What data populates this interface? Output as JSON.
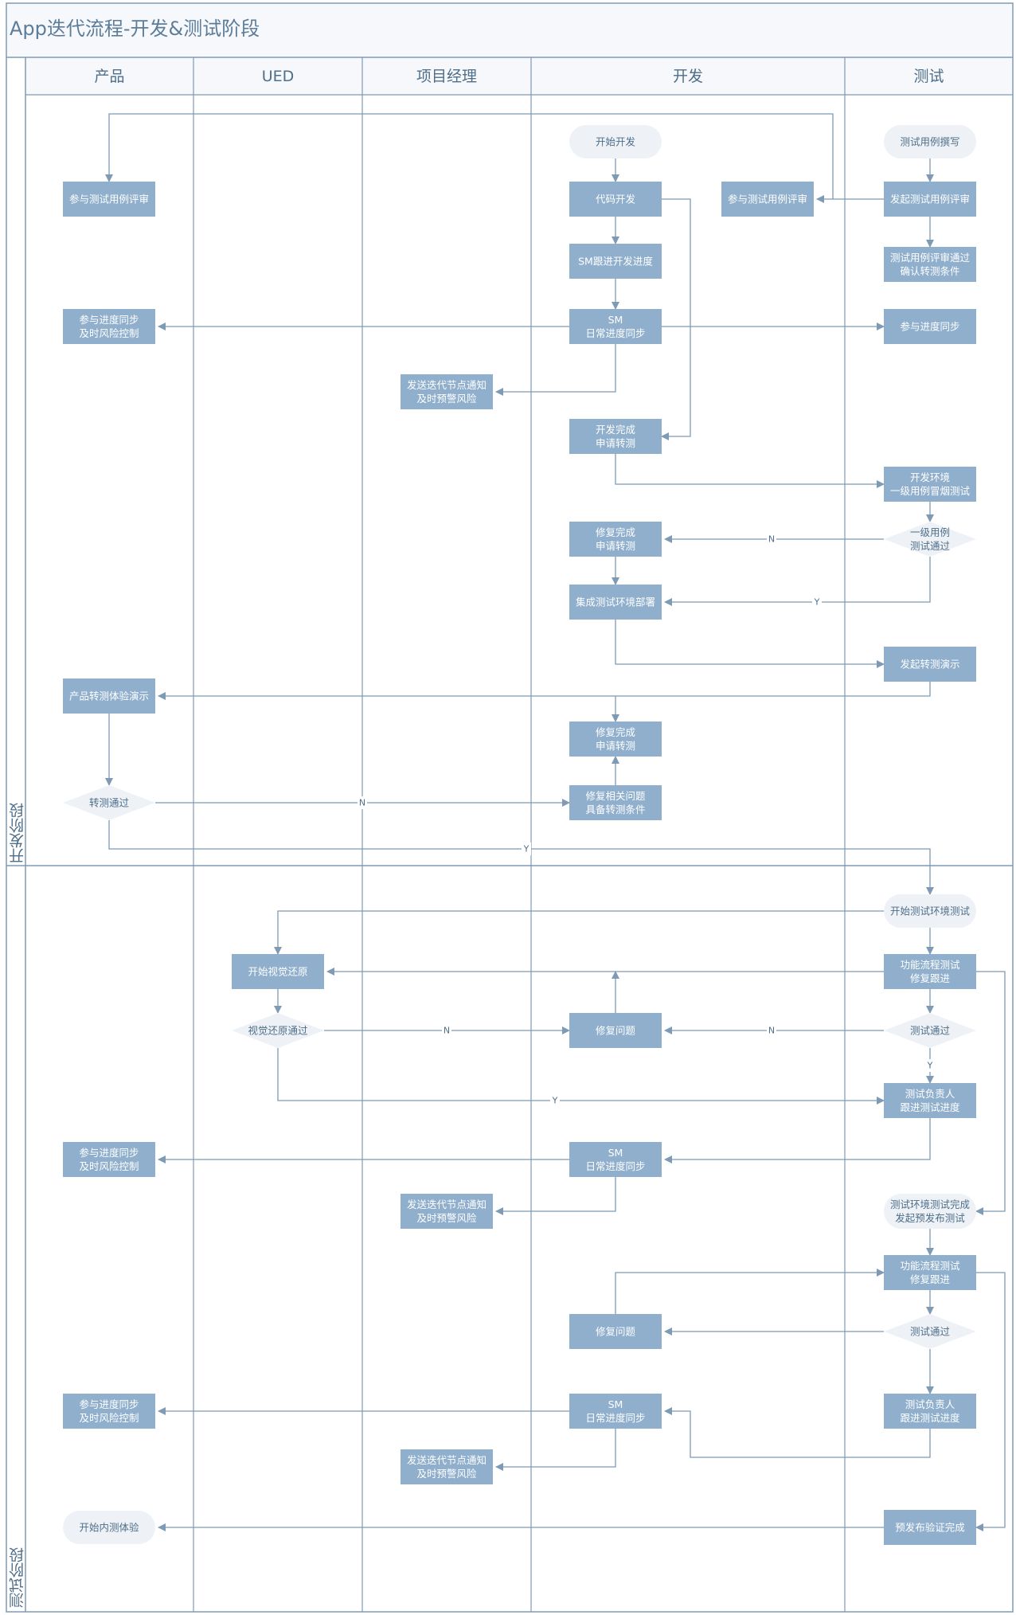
{
  "title": "App迭代流程-开发&测试阶段",
  "colors": {
    "frame": "#7e9ab5",
    "header_bg": "#f6f8fb",
    "node_fill": "#8fafcc",
    "node_text": "#ffffff",
    "terminal_fill": "#eef2f7",
    "terminal_text": "#4e6e89",
    "line": "#7e9ab5",
    "title_text": "#5b7d9a"
  },
  "lanes": [
    {
      "key": "product",
      "label": "产品"
    },
    {
      "key": "ued",
      "label": "UED"
    },
    {
      "key": "pm",
      "label": "项目经理"
    },
    {
      "key": "dev",
      "label": "开发"
    },
    {
      "key": "test",
      "label": "测试"
    }
  ],
  "phases": [
    {
      "key": "dev-phase",
      "label": "开发阶段"
    },
    {
      "key": "test-phase",
      "label": "测试阶段"
    }
  ],
  "nodes": [
    {
      "id": "dev_start",
      "shape": "terminal",
      "text": [
        "开始开发"
      ]
    },
    {
      "id": "t_write",
      "shape": "terminal",
      "text": [
        "测试用例撰写"
      ]
    },
    {
      "id": "p_review",
      "shape": "process",
      "text": [
        "参与测试用例评审"
      ]
    },
    {
      "id": "d_code",
      "shape": "process",
      "text": [
        "代码开发"
      ]
    },
    {
      "id": "d_review",
      "shape": "process",
      "text": [
        "参与测试用例评审"
      ]
    },
    {
      "id": "t_review",
      "shape": "process",
      "text": [
        "发起测试用例评审"
      ]
    },
    {
      "id": "d_sm1",
      "shape": "process",
      "text": [
        "SM跟进开发进度"
      ]
    },
    {
      "id": "t_passcase",
      "shape": "process",
      "text": [
        "测试用例评审通过",
        "确认转测条件"
      ]
    },
    {
      "id": "p_sync1",
      "shape": "process",
      "text": [
        "参与进度同步",
        "及时风险控制"
      ]
    },
    {
      "id": "d_sm2",
      "shape": "process",
      "text": [
        "SM",
        "日常进度同步"
      ]
    },
    {
      "id": "t_sync1",
      "shape": "process",
      "text": [
        "参与进度同步"
      ]
    },
    {
      "id": "pm_notify1",
      "shape": "process",
      "text": [
        "发送迭代节点通知",
        "及时预警风险"
      ]
    },
    {
      "id": "d_done",
      "shape": "process",
      "text": [
        "开发完成",
        "申请转测"
      ]
    },
    {
      "id": "t_smoke",
      "shape": "process",
      "text": [
        "开发环境",
        "一级用例冒烟测试"
      ]
    },
    {
      "id": "d_fix1",
      "shape": "process",
      "text": [
        "修复完成",
        "申请转测"
      ]
    },
    {
      "id": "t_dec1",
      "shape": "decision",
      "text": [
        "一级用例",
        "测试通过"
      ]
    },
    {
      "id": "d_deploy",
      "shape": "process",
      "text": [
        "集成测试环境部署"
      ]
    },
    {
      "id": "t_demo",
      "shape": "process",
      "text": [
        "发起转测演示"
      ]
    },
    {
      "id": "p_demo",
      "shape": "process",
      "text": [
        "产品转测体验演示"
      ]
    },
    {
      "id": "d_fix2",
      "shape": "process",
      "text": [
        "修复完成",
        "申请转测"
      ]
    },
    {
      "id": "p_dec",
      "shape": "decision",
      "text": [
        "转测通过"
      ]
    },
    {
      "id": "d_fixrel",
      "shape": "process",
      "text": [
        "修复相关问题",
        "具备转测条件"
      ]
    },
    {
      "id": "t_envstart",
      "shape": "terminal",
      "text": [
        "开始测试环境测试"
      ]
    },
    {
      "id": "u_start",
      "shape": "process",
      "text": [
        "开始视觉还原"
      ]
    },
    {
      "id": "t_func1",
      "shape": "process",
      "text": [
        "功能流程测试",
        "修复跟进"
      ]
    },
    {
      "id": "u_dec",
      "shape": "decision",
      "text": [
        "视觉还原通过"
      ]
    },
    {
      "id": "d_fix3",
      "shape": "process",
      "text": [
        "修复问题"
      ]
    },
    {
      "id": "t_dec2",
      "shape": "decision",
      "text": [
        "测试通过"
      ]
    },
    {
      "id": "t_lead1",
      "shape": "process",
      "text": [
        "测试负责人",
        "跟进测试进度"
      ]
    },
    {
      "id": "p_sync2",
      "shape": "process",
      "text": [
        "参与进度同步",
        "及时风险控制"
      ]
    },
    {
      "id": "d_sm3",
      "shape": "process",
      "text": [
        "SM",
        "日常进度同步"
      ]
    },
    {
      "id": "pm_notify2",
      "shape": "process",
      "text": [
        "发送迭代节点通知",
        "及时预警风险"
      ]
    },
    {
      "id": "t_envdone",
      "shape": "terminal",
      "text": [
        "测试环境测试完成",
        "发起预发布测试"
      ]
    },
    {
      "id": "t_func2",
      "shape": "process",
      "text": [
        "功能流程测试",
        "修复跟进"
      ]
    },
    {
      "id": "d_fix4",
      "shape": "process",
      "text": [
        "修复问题"
      ]
    },
    {
      "id": "t_dec3",
      "shape": "decision",
      "text": [
        "测试通过"
      ]
    },
    {
      "id": "p_sync3",
      "shape": "process",
      "text": [
        "参与进度同步",
        "及时风险控制"
      ]
    },
    {
      "id": "d_sm4",
      "shape": "process",
      "text": [
        "SM",
        "日常进度同步"
      ]
    },
    {
      "id": "t_lead2",
      "shape": "process",
      "text": [
        "测试负责人",
        "跟进测试进度"
      ]
    },
    {
      "id": "pm_notify3",
      "shape": "process",
      "text": [
        "发送迭代节点通知",
        "及时预警风险"
      ]
    },
    {
      "id": "p_internal",
      "shape": "terminal",
      "text": [
        "开始内测体验"
      ]
    },
    {
      "id": "t_predone",
      "shape": "process",
      "text": [
        "预发布验证完成"
      ]
    }
  ],
  "edge_labels": [
    {
      "id": "l_n1",
      "text": "N"
    },
    {
      "id": "l_y1",
      "text": "Y"
    },
    {
      "id": "l_n2",
      "text": "N"
    },
    {
      "id": "l_y2",
      "text": "Y"
    },
    {
      "id": "l_n3",
      "text": "N"
    },
    {
      "id": "l_n4",
      "text": "N"
    },
    {
      "id": "l_y3",
      "text": "Y"
    },
    {
      "id": "l_y4",
      "text": "Y"
    }
  ]
}
